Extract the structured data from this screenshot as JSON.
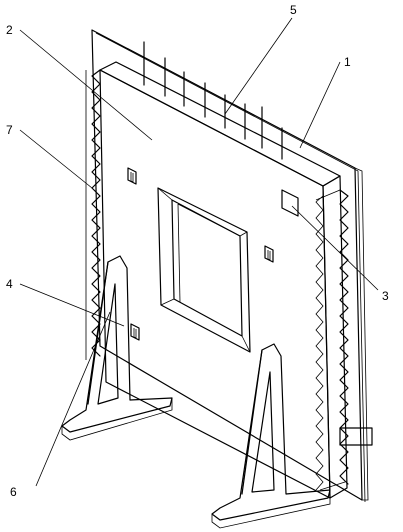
{
  "figure": {
    "callouts": [
      "1",
      "2",
      "3",
      "4",
      "5",
      "6",
      "7"
    ]
  }
}
